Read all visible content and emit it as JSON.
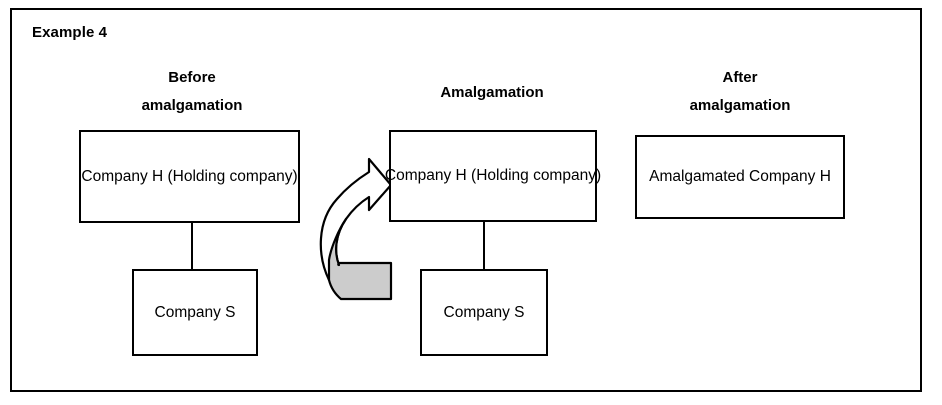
{
  "figure": {
    "title": "Example 4",
    "columns": [
      {
        "id": "before",
        "heading": "Before\namalgamation",
        "boxes": [
          {
            "id": "before-holding",
            "lines": "Company H\n(Holding company)"
          },
          {
            "id": "before-subsidiary",
            "lines": "Company\nS"
          }
        ],
        "connector": "parent-to-subsidiary-line"
      },
      {
        "id": "middle",
        "heading": "Amalgamation",
        "boxes": [
          {
            "id": "middle-holding",
            "lines": "Company H\n(Holding company)"
          },
          {
            "id": "middle-subsidiary",
            "lines": "Company\nS"
          }
        ],
        "connector": "parent-to-subsidiary-line"
      },
      {
        "id": "after",
        "heading": "After\namalgamation",
        "boxes": [
          {
            "id": "after-amalgamated",
            "lines": "Amalgamated\nCompany H"
          }
        ]
      }
    ],
    "arrow": {
      "name": "curved-merge-arrow",
      "direction": "up-right",
      "outline_color": "#000000",
      "fill_top": "#ffffff",
      "fill_shadow": "#cccccc"
    },
    "colors": {
      "background": "#ffffff",
      "stroke": "#000000",
      "arrow_shadow": "#cccccc"
    }
  }
}
